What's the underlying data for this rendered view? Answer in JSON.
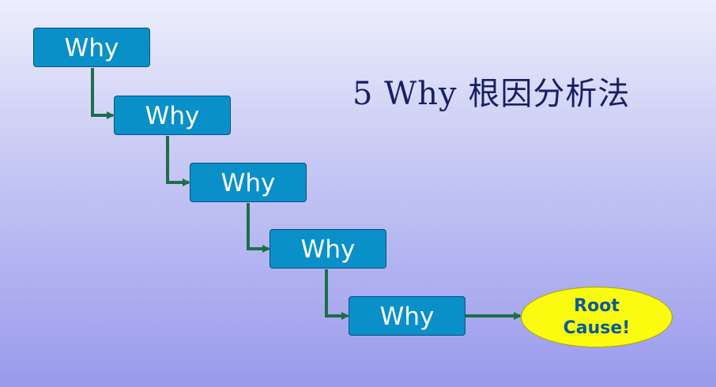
{
  "title": "5 Why 根因分析法",
  "steps": [
    {
      "label": "Why"
    },
    {
      "label": "Why"
    },
    {
      "label": "Why"
    },
    {
      "label": "Why"
    },
    {
      "label": "Why"
    }
  ],
  "root_cause": {
    "line1": "Root",
    "line2": "Cause!"
  },
  "colors": {
    "box_fill": "#0a90c8",
    "box_border": "#0d4f86",
    "connector": "#1d6e4a",
    "ellipse_fill": "#fbfb0f",
    "ellipse_text": "#0a5a9a",
    "title_text": "#171f66"
  }
}
